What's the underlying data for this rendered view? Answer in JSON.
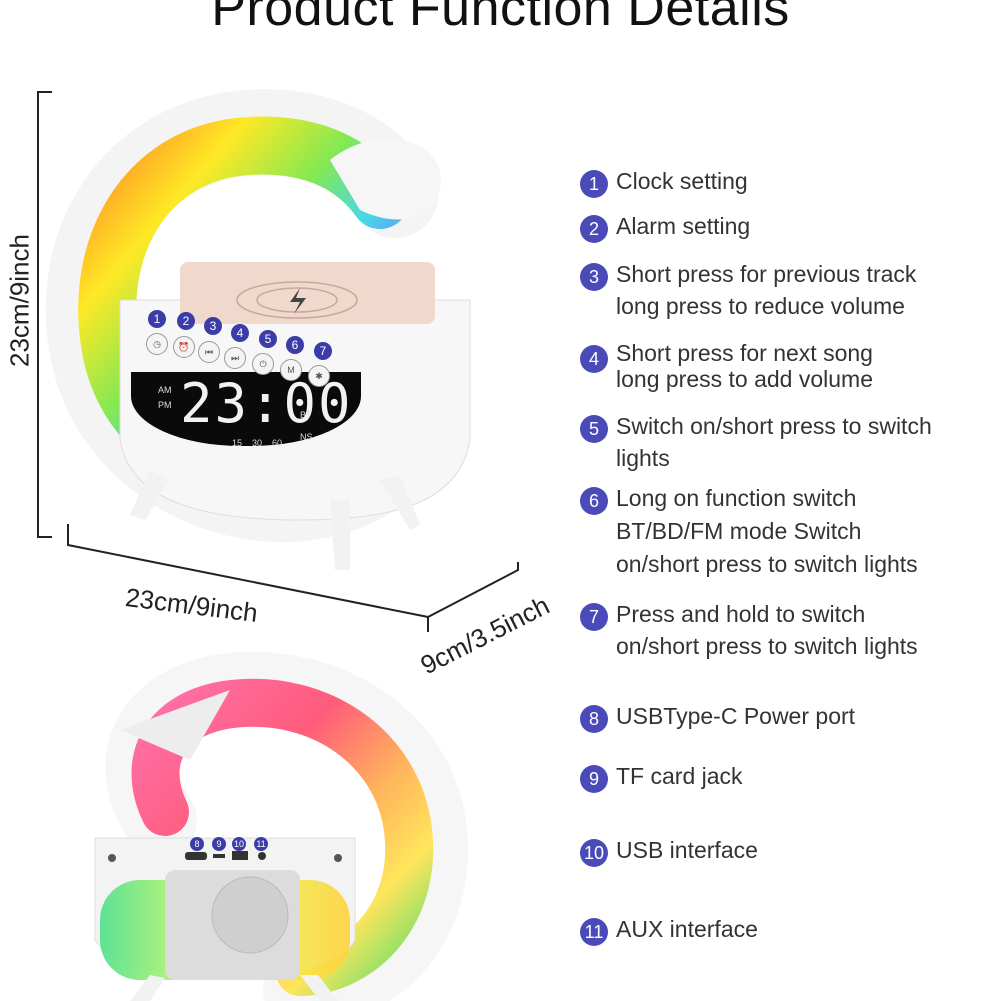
{
  "title": "Product Function Details",
  "dimensions": {
    "height": "23cm/9inch",
    "width": "23cm/9inch",
    "depth": "9cm/3.5inch"
  },
  "features": [
    {
      "num": "1",
      "lines": [
        "Clock setting"
      ]
    },
    {
      "num": "2",
      "lines": [
        "Alarm setting"
      ]
    },
    {
      "num": "3",
      "lines": [
        "Short press for previous track",
        " long press to reduce volume"
      ]
    },
    {
      "num": "4",
      "lines": [
        "Short press for next song",
        " long press to add volume"
      ]
    },
    {
      "num": "5",
      "lines": [
        "Switch on/short press to switch",
        " lights"
      ]
    },
    {
      "num": "6",
      "lines": [
        "Long on function switch",
        " BT/BD/FM mode Switch",
        " on/short press to switch lights"
      ]
    },
    {
      "num": "7",
      "lines": [
        "Press and hold to switch",
        " on/short press to switch lights"
      ]
    },
    {
      "num": "8",
      "lines": [
        " USBType-C Power port"
      ]
    },
    {
      "num": "9",
      "lines": [
        " TF card jack"
      ]
    },
    {
      "num": "10",
      "lines": [
        " USB interface"
      ]
    },
    {
      "num": "11",
      "lines": [
        " AUX interface"
      ]
    }
  ],
  "display": {
    "time": "23:00",
    "am": "AM",
    "pm": "PM",
    "bt": "BT",
    "ns": "NS",
    "m15": "15",
    "m30": "30",
    "m60": "60"
  },
  "button_numbers": [
    "1",
    "2",
    "3",
    "4",
    "5",
    "6",
    "7"
  ],
  "port_numbers": [
    "8",
    "9",
    "10",
    "11"
  ],
  "colors": {
    "badge": "#4a4bb8"
  }
}
